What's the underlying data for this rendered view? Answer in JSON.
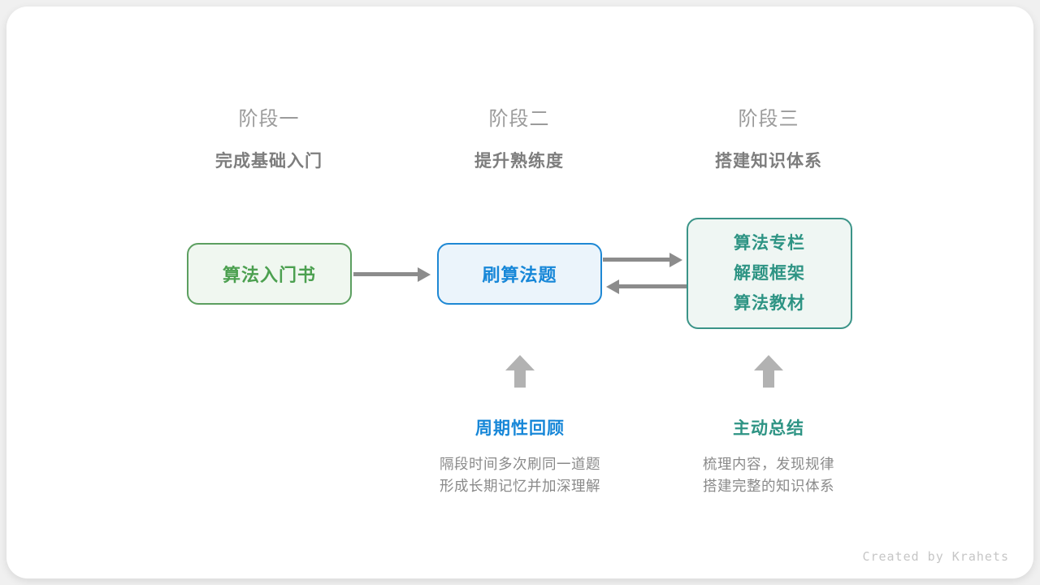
{
  "stages": [
    {
      "title": "阶段一",
      "subtitle": "完成基础入门"
    },
    {
      "title": "阶段二",
      "subtitle": "提升熟练度"
    },
    {
      "title": "阶段三",
      "subtitle": "搭建知识体系"
    }
  ],
  "nodes": {
    "intro_book": {
      "label": "算法入门书"
    },
    "practice": {
      "label": "刷算法题"
    },
    "resources": {
      "lines": [
        "算法专栏",
        "解题框架",
        "算法教材"
      ]
    }
  },
  "callouts": {
    "periodic_review": {
      "title": "周期性回顾",
      "desc": [
        "隔段时间多次刷同一道题",
        "形成长期记忆并加深理解"
      ]
    },
    "active_summary": {
      "title": "主动总结",
      "desc": [
        "梳理内容，发现规律",
        "搭建完整的知识体系"
      ]
    }
  },
  "footer": {
    "credit": "Created by Krahets"
  },
  "colors": {
    "green_border": "#5C9F60",
    "green_text": "#4CA050",
    "green_bg": "#F0F7F0",
    "blue_border": "#1E88D4",
    "blue_text": "#1787D8",
    "blue_bg": "#EBF4FB",
    "teal_border": "#3B9488",
    "teal_text": "#2E9484",
    "teal_bg": "#EFF6F3",
    "connector_gray": "#8C8C8C",
    "block_arrow_gray": "#B2B2B2",
    "stage_title_gray": "#9B9B9B",
    "stage_subtitle_gray": "#7D7D7D",
    "desc_gray": "#8A8A8A",
    "credit_gray": "#C6C6C6"
  }
}
